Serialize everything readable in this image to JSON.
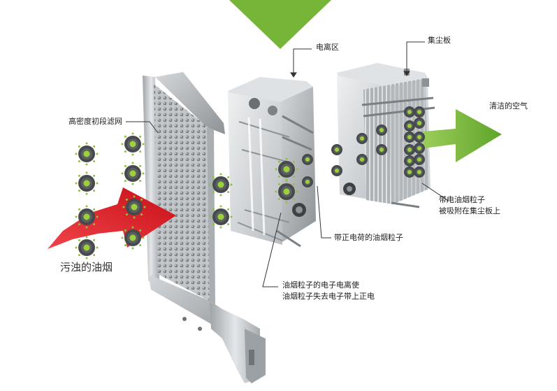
{
  "labels": {
    "ionization_zone": "电离区",
    "collector_plate": "集尘板",
    "clean_air": "清洁的空气",
    "pre_filter": "高密度初段滤网",
    "charged_particles_line1": "带电油烟粒子",
    "charged_particles_line2": "被吸附在集尘板上",
    "positive_particles": "带正电荷的油烟粒子",
    "ionization_desc_line1": "油烟粒子的电子电离使",
    "ionization_desc_line2": "油烟粒子失去电子带上正电",
    "dirty_smoke": "污浊的油烟"
  },
  "colors": {
    "green": "#7ab636",
    "red": "#d9141c",
    "metal": "#c6cacd",
    "particle": "#4a4d4f",
    "particle_core": "#9bd23a"
  },
  "icons": {
    "inlet_arrow": "red-arrow-icon",
    "outlet_arrow": "green-arrow-icon",
    "top_indicator": "green-triangle-icon",
    "particle": "smoke-particle-icon"
  }
}
